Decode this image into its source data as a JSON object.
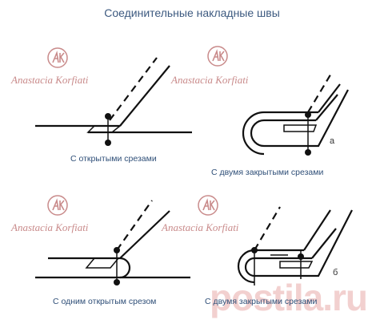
{
  "title": "Соединительные накладные швы",
  "captions": {
    "open": "С открытыми срезами",
    "two_closed": "С двумя закрытыми срезами",
    "one_open": "С одним открытым срезом",
    "two_closed_b": "С двумя закрытыми срезами"
  },
  "letters": {
    "a": "а",
    "b": "б"
  },
  "watermark": {
    "name": "Anastacia Korfiati",
    "logo": "AK-monogram-icon"
  },
  "footer_watermark": "postila.ru",
  "colors": {
    "title": "#3d5a80",
    "caption": "#2f4f78",
    "watermark": "#c98b8b"
  }
}
